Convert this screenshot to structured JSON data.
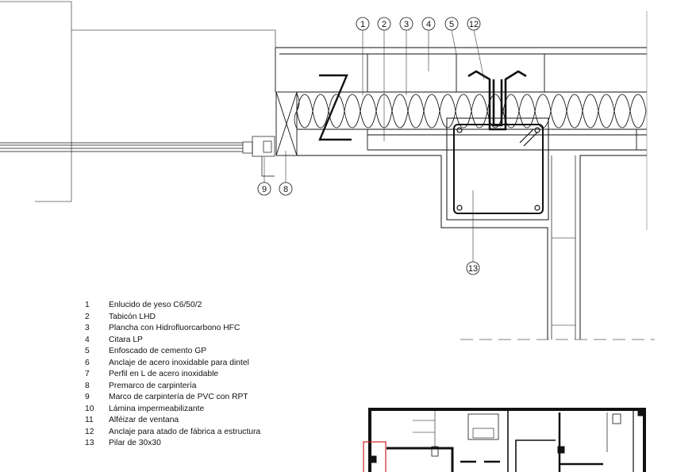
{
  "callouts_top": [
    "1",
    "2",
    "3",
    "4",
    "5",
    "12"
  ],
  "callouts_left": [
    "9",
    "8"
  ],
  "callout_pillar": "13",
  "legend": [
    {
      "num": "1",
      "text": "Enlucido de yeso C6/50/2"
    },
    {
      "num": "2",
      "text": "Tabicón LHD"
    },
    {
      "num": "3",
      "text": "Plancha con Hidrofluorcarbono HFC"
    },
    {
      "num": "4",
      "text": "Citara LP"
    },
    {
      "num": "5",
      "text": "Enfoscado de cemento GP"
    },
    {
      "num": "6",
      "text": "Anclaje de acero inoxidable para dintel"
    },
    {
      "num": "7",
      "text": "Perfil en L de acero inoxidable"
    },
    {
      "num": "8",
      "text": "Premarco de carpintería"
    },
    {
      "num": "9",
      "text": "Marco de carpintería de PVC con RPT"
    },
    {
      "num": "10",
      "text": "Lámina impermeabilizante"
    },
    {
      "num": "11",
      "text": "Alféizar de ventana"
    },
    {
      "num": "12",
      "text": "Anclaje para atado de fábrica a estructura"
    },
    {
      "num": "13",
      "text": "Pilar de 30x30"
    }
  ],
  "colors": {
    "line": "#111111",
    "thin": "#555555",
    "highlight": "#cc2222"
  }
}
